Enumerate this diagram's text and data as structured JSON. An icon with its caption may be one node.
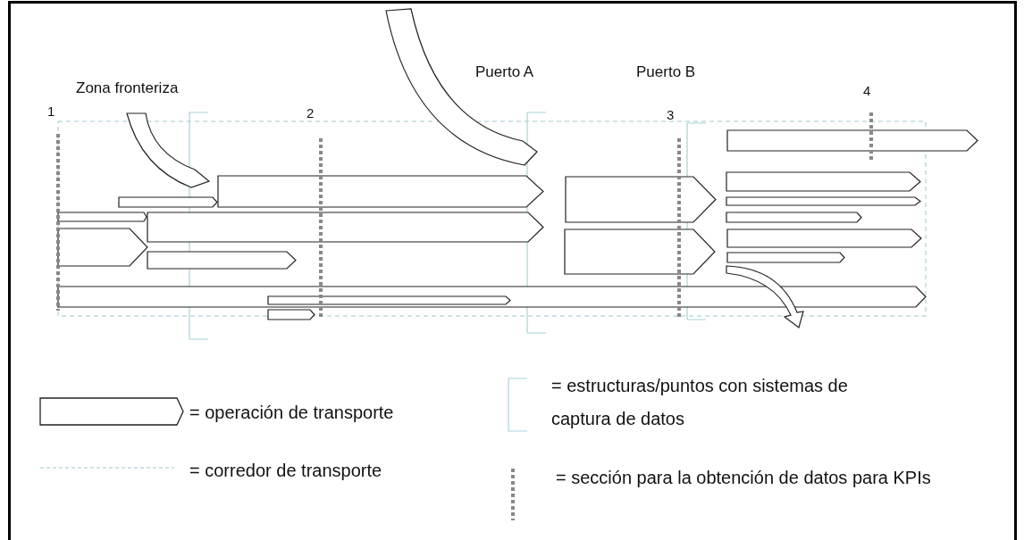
{
  "diagram": {
    "labels": [
      "Puerto A",
      "Puerto B",
      "Zona fronteriza",
      "4",
      "1",
      "2",
      "3"
    ],
    "legend": [
      {
        "text": "= operación de transporte"
      },
      {
        "text": "= corredor de transporte"
      },
      {
        "text": "= estructuras/puntos con sistemas de captura de datos"
      },
      {
        "text": "= sección para la obtención de datos para KPIs"
      }
    ]
  }
}
